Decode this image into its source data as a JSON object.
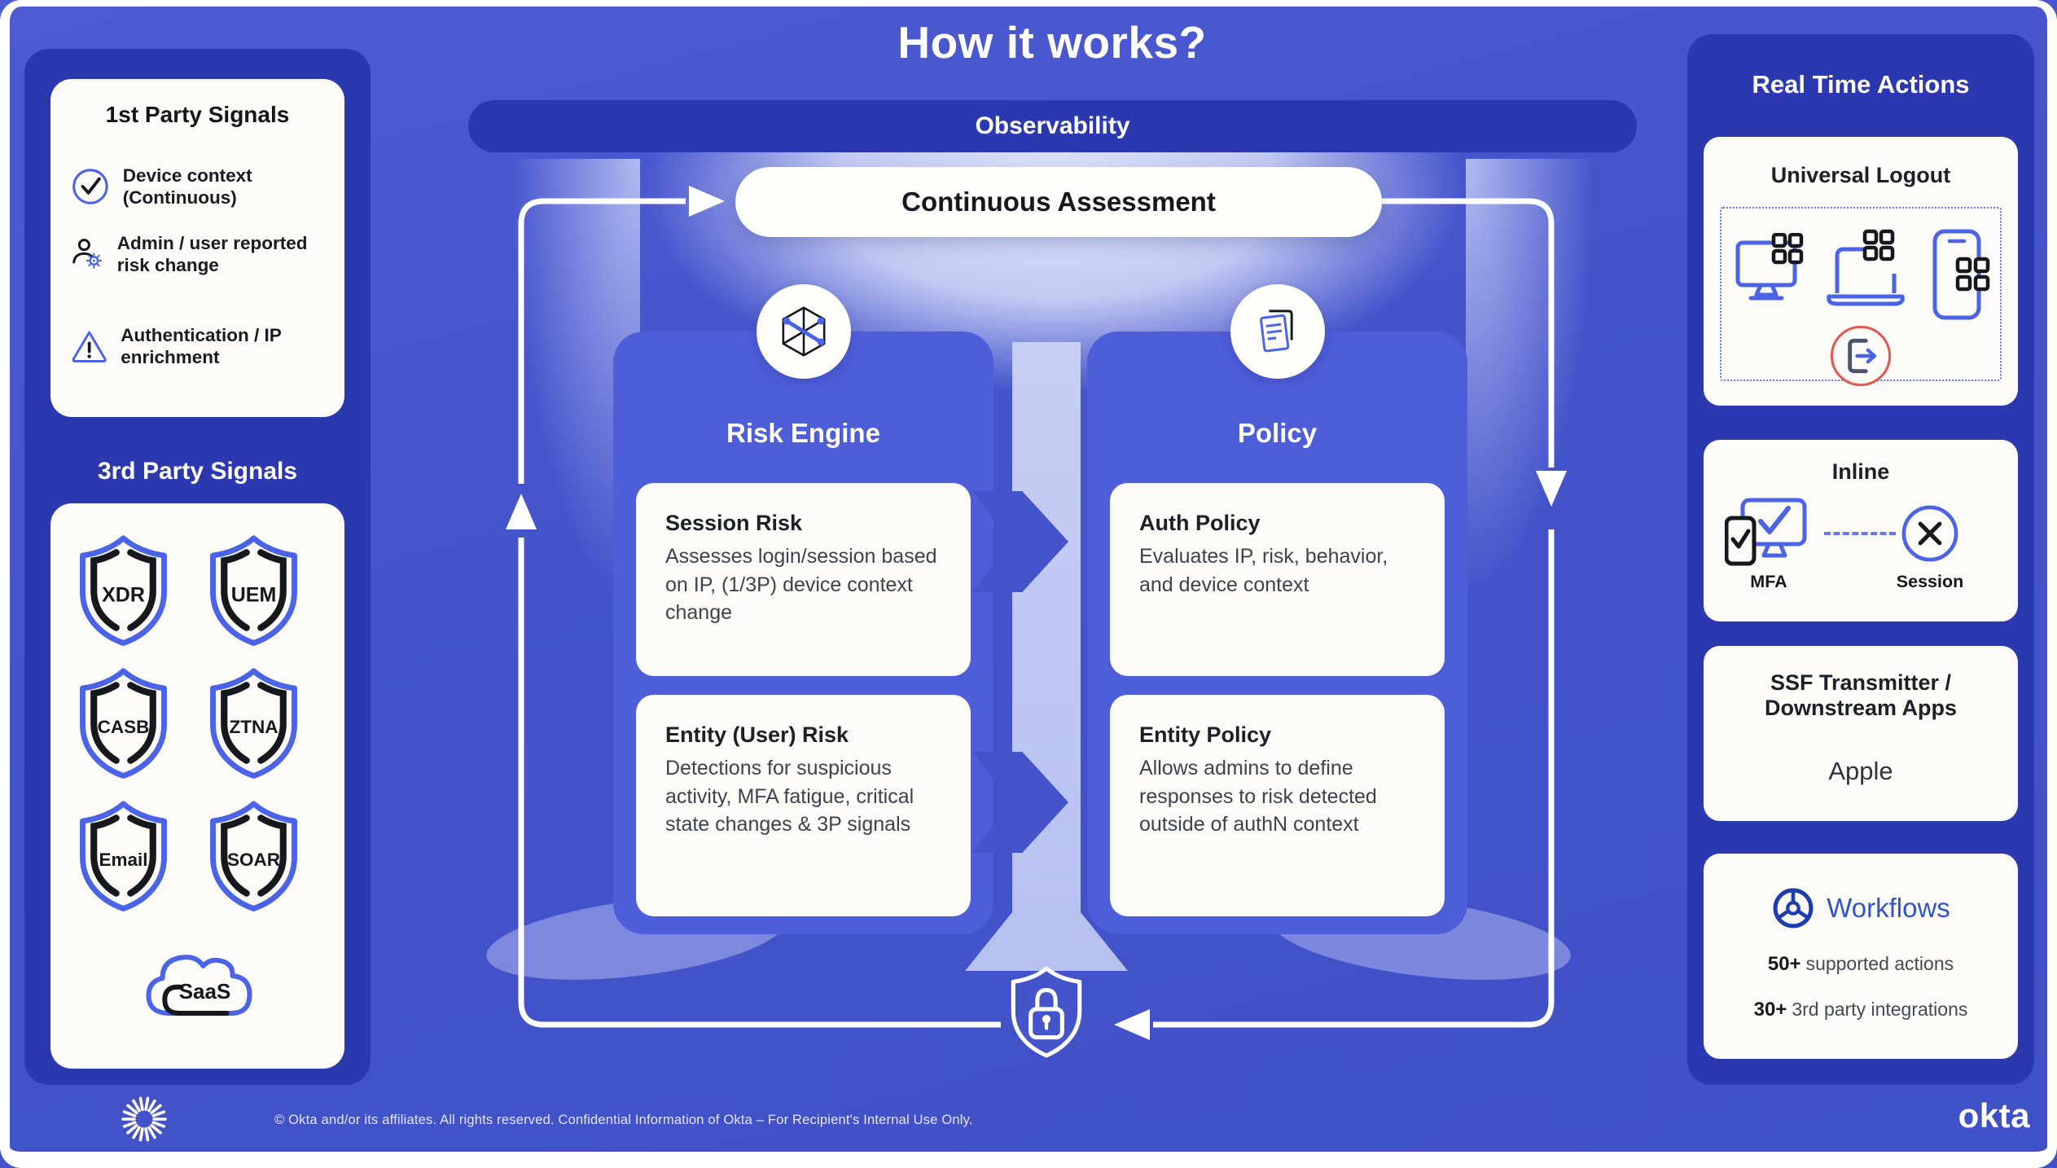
{
  "title": "How it works?",
  "observability_label": "Observability",
  "continuous_assessment_label": "Continuous Assessment",
  "left_panel": {
    "first_party": {
      "title": "1st Party Signals",
      "items": [
        {
          "icon": "check-circle-icon",
          "label": "Device context (Continuous)"
        },
        {
          "icon": "admin-user-gear-icon",
          "label": "Admin / user reported risk change"
        },
        {
          "icon": "warning-triangle-icon",
          "label": "Authentication / IP enrichment"
        }
      ]
    },
    "third_party": {
      "title": "3rd Party Signals",
      "shields": [
        "XDR",
        "UEM",
        "CASB",
        "ZTNA",
        "Email",
        "SOAR"
      ],
      "cloud_label": "SaaS"
    }
  },
  "risk_engine": {
    "title": "Risk Engine",
    "icon": "network-cube-icon",
    "cards": [
      {
        "title": "Session Risk",
        "body": "Assesses login/session based on IP, (1/3P) device context change"
      },
      {
        "title": "Entity (User) Risk",
        "body": "Detections for suspicious activity, MFA fatigue, critical state changes & 3P signals"
      }
    ]
  },
  "policy": {
    "title": "Policy",
    "icon": "policy-documents-icon",
    "cards": [
      {
        "title": "Auth Policy",
        "body": "Evaluates IP, risk, behavior, and device context"
      },
      {
        "title": "Entity Policy",
        "body": "Allows admins to define responses to risk detected outside of authN context"
      }
    ]
  },
  "right_panel": {
    "title": "Real Time Actions",
    "universal_logout": {
      "title": "Universal Logout",
      "icons": [
        "desktop-apps-icon",
        "laptop-apps-icon",
        "mobile-apps-icon",
        "logout-icon"
      ]
    },
    "inline": {
      "title": "Inline",
      "mfa_label": "MFA",
      "session_label": "Session"
    },
    "ssf": {
      "title": "SSF Transmitter / Downstream Apps",
      "app_label": "Apple"
    },
    "workflows": {
      "title": "Workflows",
      "stats": [
        {
          "value": "50+",
          "label": "supported actions"
        },
        {
          "value": "30+",
          "label": "3rd party integrations"
        }
      ]
    }
  },
  "footer": {
    "copyright": "© Okta and/or its affiliates. All rights reserved. Confidential Information of Okta – For Recipient's Internal Use Only.",
    "brand": "okta"
  },
  "colors": {
    "canvas_blue": "#4554cb",
    "panel_navy": "#2b38b0",
    "card_blue": "#4e5dd8",
    "glow_lavender": "#b7c1f0",
    "card_white": "#fcfbf7",
    "accent_blue": "#4b63e6",
    "ink_black": "#15181d",
    "body_gray": "#3d434d",
    "workflows_blue": "#2f55c8",
    "logout_red": "#de5c52"
  }
}
